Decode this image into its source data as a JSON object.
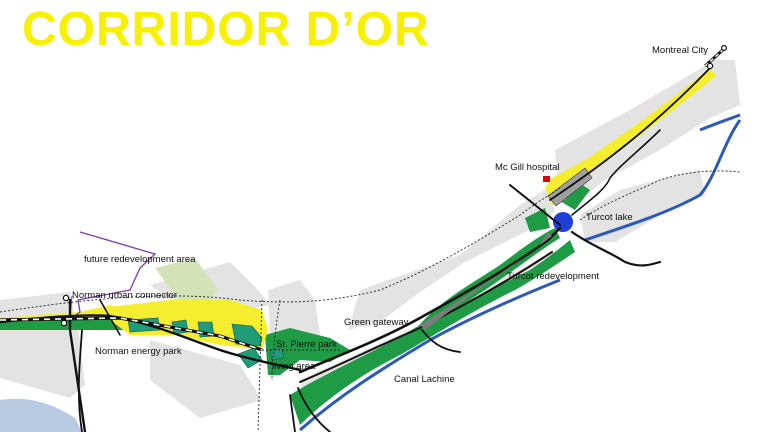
{
  "title": "CORRIDOR D’OR",
  "labels": {
    "montreal_city": "Montreal City",
    "mcgill_hospital": "Mc Gill hospital",
    "turcot_lake": "Turcot lake",
    "turcot_redevelopment": "Turcot redevelopment",
    "future_redevelopment": "future redevelopment area",
    "norman_connector": "Norman urban connector",
    "norman_energy_park": "Norman energy park",
    "green_gateway": "Green gateway",
    "st_pierre_park": "St. Pierre park",
    "living_area": "living area",
    "canal_lachine": "Canal  Lachine"
  },
  "colors": {
    "title": "#f7f000",
    "land_grey": "#e3e3e3",
    "dark_green": "#1f9a45",
    "yellow_zone": "#f5ee2f",
    "light_green": "#d3e3b7",
    "water_blue": "#2d5ab8",
    "lake_blue": "#1f3fd8",
    "teal_buildings": "#1f9b78",
    "hospital_red": "#e00000",
    "purple_outline": "#7a3aa8",
    "river": "#b9cbe3"
  }
}
